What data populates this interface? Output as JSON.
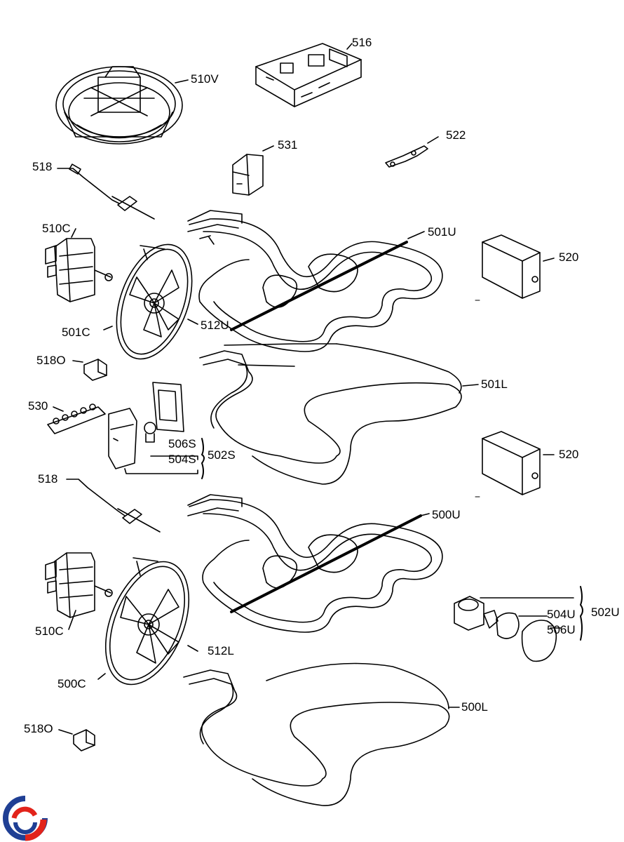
{
  "labels": {
    "l516": "516",
    "l510v": "510V",
    "l531": "531",
    "l522": "522",
    "l518a": "518",
    "l510c_a": "510C",
    "l501u": "501U",
    "l520a": "520",
    "l501c": "501C",
    "l512u": "512U",
    "l518o_a": "518O",
    "l501l": "501L",
    "l530": "530",
    "l506s": "506S",
    "l504s": "504S",
    "l502s": "502S",
    "l520b": "520",
    "l518b": "518",
    "l500u": "500U",
    "l510c_b": "510C",
    "l502u": "502U",
    "l504u": "504U",
    "l506u": "506U",
    "l512l": "512L",
    "l500c": "500C",
    "l500l": "500L",
    "l518o_b": "518O"
  },
  "colors": {
    "line": "#000000",
    "logo_red": "#e2231a",
    "logo_blue": "#1f3f94"
  },
  "icons": {
    "logo": "brand-swirl-logo"
  }
}
